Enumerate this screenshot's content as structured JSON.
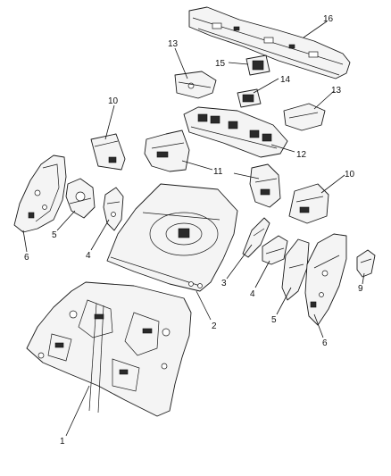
{
  "callouts": {
    "c1": "1",
    "c2": "2",
    "c3": "3",
    "c4a": "4",
    "c4b": "4",
    "c5a": "5",
    "c5b": "5",
    "c6a": "6",
    "c6b": "6",
    "c9": "9",
    "c10a": "10",
    "c10b": "10",
    "c11": "11",
    "c12": "12",
    "c13a": "13",
    "c13b": "13",
    "c14": "14",
    "c15": "15",
    "c16": "16"
  }
}
